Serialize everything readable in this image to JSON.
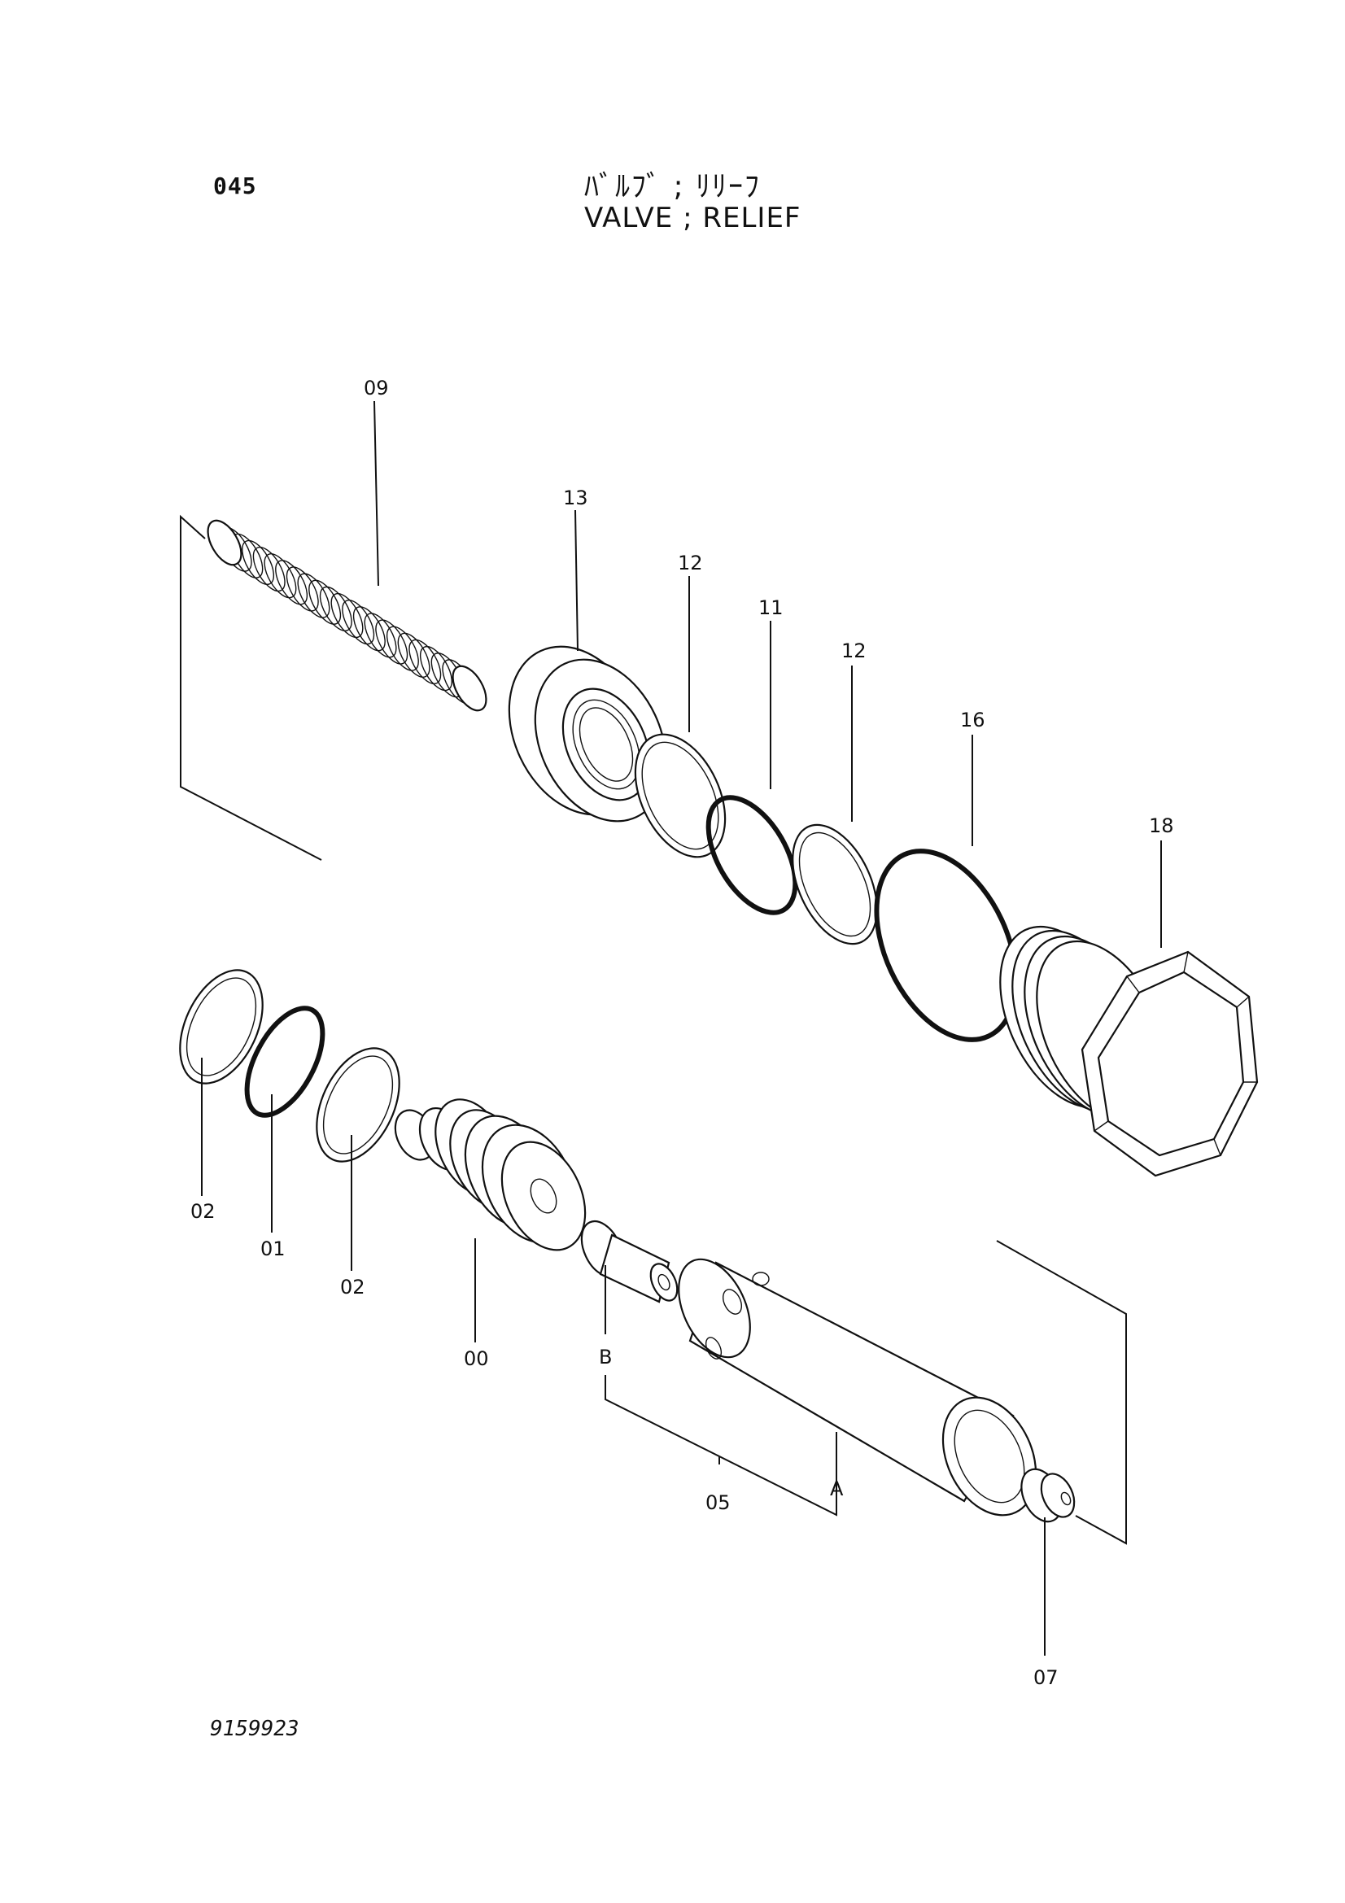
{
  "header": {
    "section_number": "045",
    "title_jp": "ﾊﾞﾙﾌﾞ ; ﾘﾘｰﾌ",
    "title_en": "VALVE ; RELIEF"
  },
  "footer": {
    "drawing_number": "9159923"
  },
  "callouts": {
    "spring": "09",
    "seat": "13",
    "backup_ring_upper_a": "12",
    "oring_upper": "11",
    "backup_ring_upper_b": "12",
    "oring_large": "16",
    "plug": "18",
    "backup_ring_lower_a": "02",
    "oring_lower": "01",
    "backup_ring_lower_b": "02",
    "poppet_body": "00",
    "sub_b": "B",
    "assembly": "05",
    "sub_a": "A",
    "nut": "07"
  }
}
